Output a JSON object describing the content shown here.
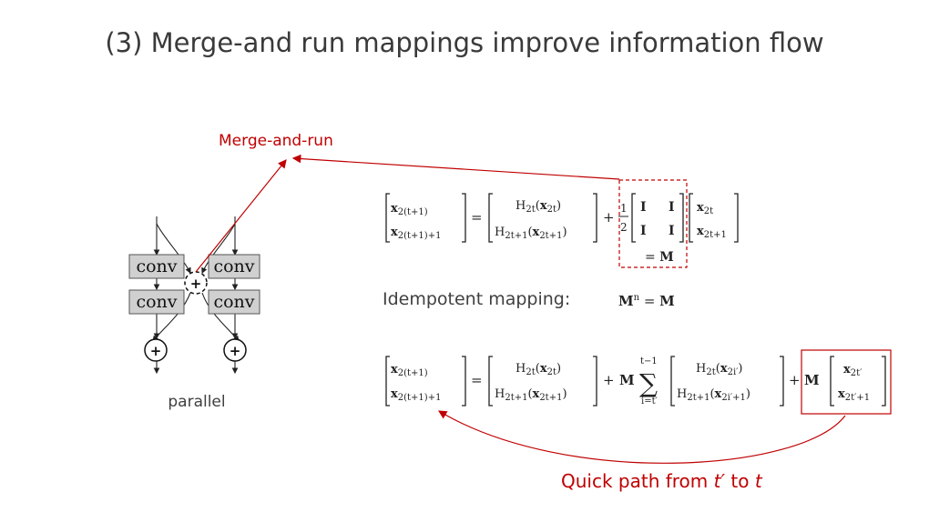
{
  "slide": {
    "title": "(3) Merge-and run mappings improve information flow"
  },
  "network": {
    "conv_label": "conv",
    "plus_symbol": "+",
    "caption": "parallel"
  },
  "annotations": {
    "merge_and_run": "Merge-and-run",
    "idempotent_label": "Idempotent mapping:",
    "quick_path_prefix": "Quick path from ",
    "quick_path_tprime": "t′",
    "quick_path_middle": " to ",
    "quick_path_t": "t"
  },
  "colors": {
    "accent_red": "#c00000",
    "conv_fill": "#d0d0d0",
    "title_text": "#3a3a3a"
  }
}
